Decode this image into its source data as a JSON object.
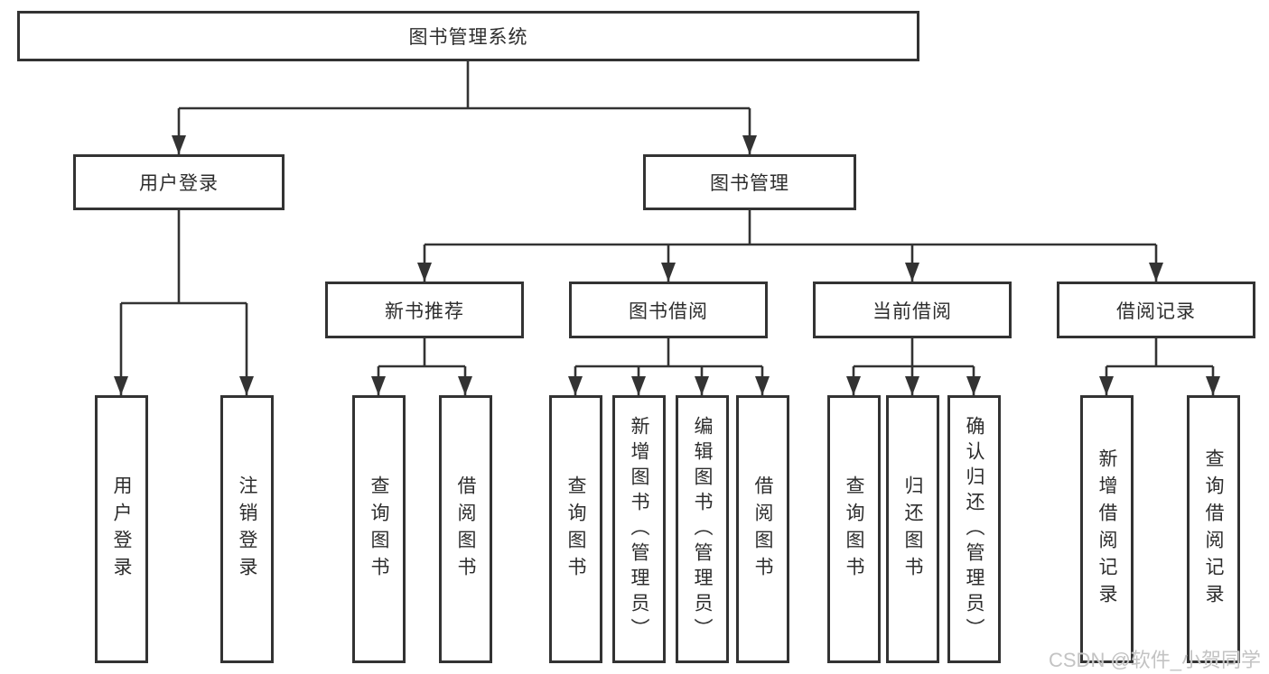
{
  "tree": {
    "root": "图书管理系统",
    "level1": [
      "用户登录",
      "图书管理"
    ],
    "level2": [
      "新书推荐",
      "图书借阅",
      "当前借阅",
      "借阅记录"
    ],
    "leaves": {
      "login": [
        "用户登录",
        "注销登录"
      ],
      "recommend": [
        "查询图书",
        "借阅图书"
      ],
      "borrow": [
        "查询图书",
        "新增图书（管理员）",
        "编辑图书（管理员）",
        "借阅图书"
      ],
      "current": [
        "查询图书",
        "归还图书",
        "确认归还（管理员）"
      ],
      "records": [
        "新增借阅记录",
        "查询借阅记录"
      ]
    }
  },
  "watermark": "CSDN @软件_小贺同学",
  "colors": {
    "line": "#333333",
    "text": "#2d2d2d",
    "watermark": "#c3c3c3",
    "background": "#ffffff"
  }
}
